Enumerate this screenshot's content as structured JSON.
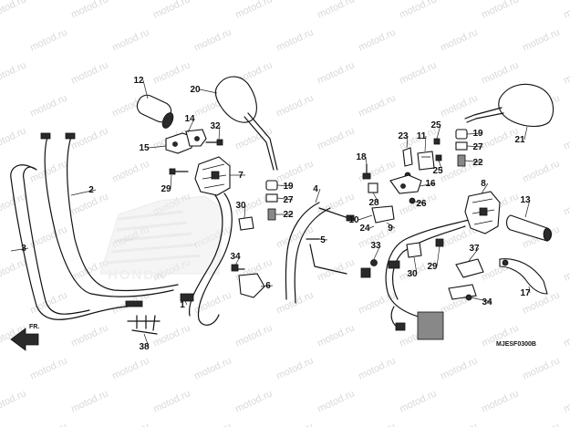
{
  "watermark": {
    "text": "motod.ru",
    "logo_text": "HONDA"
  },
  "diagram_code": "MJESF0300B",
  "direction_indicator": {
    "label": "FR."
  },
  "callouts": [
    "1",
    "2",
    "3",
    "4",
    "5",
    "6",
    "7",
    "8",
    "9",
    "10",
    "11",
    "12",
    "13",
    "14",
    "15",
    "16",
    "17",
    "18",
    "19",
    "20",
    "21",
    "22",
    "23",
    "24",
    "25",
    "26",
    "27",
    "28",
    "29",
    "30",
    "32",
    "33",
    "34",
    "37",
    "38"
  ],
  "colors": {
    "ink": "#111111",
    "watermark": "#d9d9d9",
    "background": "#ffffff"
  }
}
